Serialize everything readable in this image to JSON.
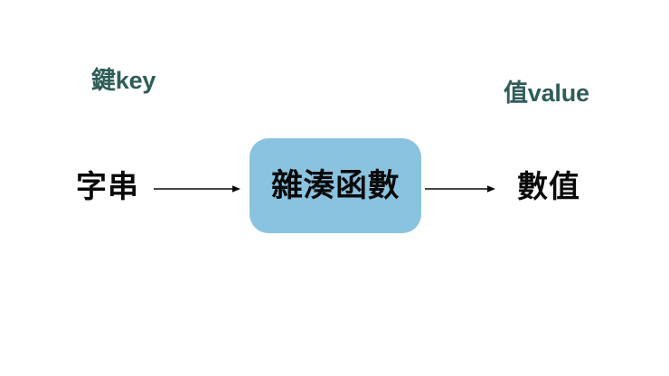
{
  "diagram": {
    "title": "hash-function-flow",
    "background_color": "#ffffff",
    "annotations": [
      {
        "name": "key-annotation",
        "text": "鍵key",
        "color": "#2f5d58"
      },
      {
        "name": "value-annotation",
        "text": "值value",
        "color": "#2f5d58"
      }
    ],
    "flow": {
      "input": {
        "label": "字串",
        "color": "#0a0a0a"
      },
      "process": {
        "label": "雜湊函數",
        "fill_color": "#8ac3e0",
        "text_color": "#0a0a0a"
      },
      "output": {
        "label": "數值",
        "color": "#0a0a0a"
      },
      "connectors": [
        {
          "name": "input-to-process",
          "direction": "right",
          "color": "#0a0a0a"
        },
        {
          "name": "process-to-output",
          "direction": "right",
          "color": "#0a0a0a"
        }
      ]
    }
  }
}
